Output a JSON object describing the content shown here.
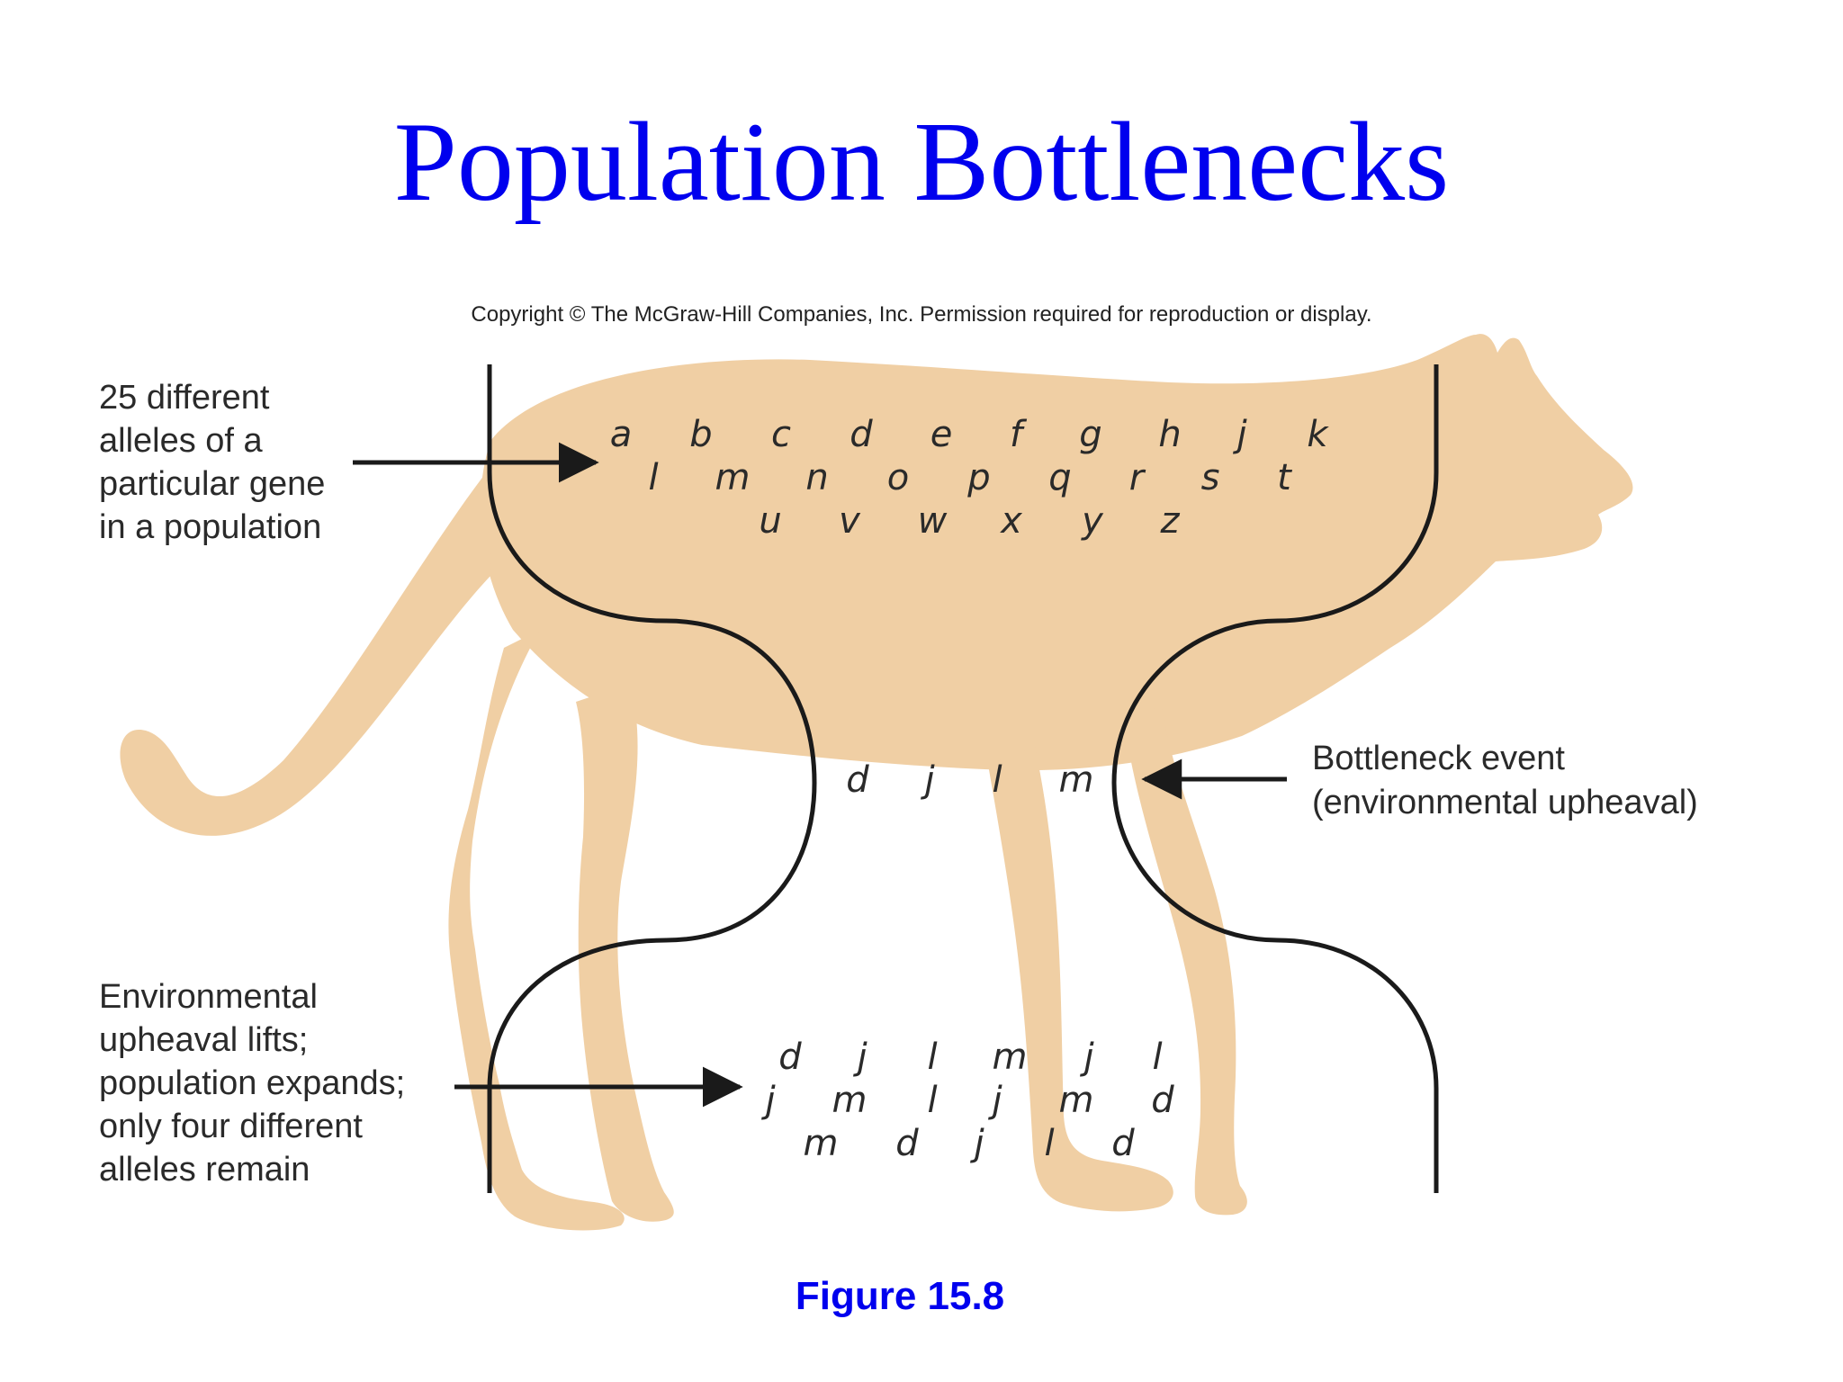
{
  "slide": {
    "title": "Population Bottlenecks",
    "copyright": "Copyright © The McGraw-Hill Companies, Inc. Permission required for reproduction or display.",
    "figure_label": "Figure 15.8"
  },
  "colors": {
    "title": "#0000ee",
    "animal_silhouette": "#f0cfa4",
    "bottleneck_outline": "#1a1a1a",
    "text": "#2a2a2a"
  },
  "callouts": {
    "original_population": [
      "25 different",
      "alleles of a",
      "particular gene",
      "in a population"
    ],
    "bottleneck_event": [
      "Bottleneck event",
      "(environmental upheaval)"
    ],
    "recovered_population": [
      "Environmental",
      "upheaval lifts;",
      "population expands;",
      "only four different",
      "alleles remain"
    ]
  },
  "alleles": {
    "original": [
      [
        "a",
        "b",
        "c",
        "d",
        "e",
        "f",
        "g",
        "h",
        "j",
        "k"
      ],
      [
        "l",
        "m",
        "n",
        "o",
        "p",
        "q",
        "r",
        "s",
        "t"
      ],
      [
        "u",
        "v",
        "w",
        "x",
        "y",
        "z"
      ]
    ],
    "bottleneck": [
      "d",
      "j",
      "l",
      "m"
    ],
    "recovered": [
      [
        "d",
        "j",
        "l",
        "m",
        "j",
        "l"
      ],
      [
        "j",
        "m",
        "l",
        "j",
        "m",
        "d"
      ],
      [
        "m",
        "d",
        "j",
        "l",
        "d"
      ]
    ]
  }
}
